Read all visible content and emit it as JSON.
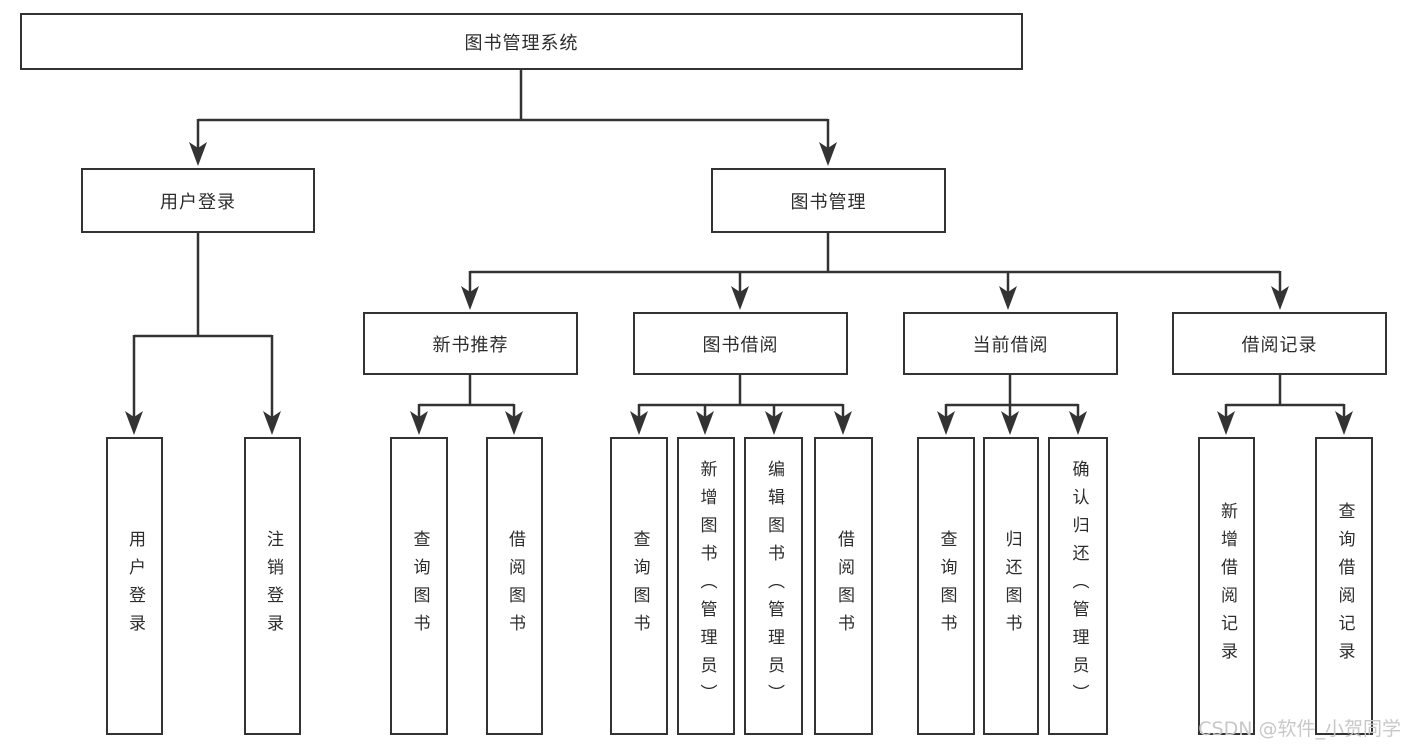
{
  "diagram": {
    "root": "图书管理系统",
    "level2": {
      "user_login": {
        "label": "用户登录",
        "children": [
          "用户登录",
          "注销登录"
        ]
      },
      "book_management": {
        "label": "图书管理",
        "children": {
          "new_book_recommend": {
            "label": "新书推荐",
            "children": [
              "查询图书",
              "借阅图书"
            ]
          },
          "book_borrow": {
            "label": "图书借阅",
            "children": [
              "查询图书",
              "新增图书（管理员）",
              "编辑图书（管理员）",
              "借阅图书"
            ]
          },
          "current_borrow": {
            "label": "当前借阅",
            "children": [
              "查询图书",
              "归还图书",
              "确认归还（管理员）"
            ]
          },
          "borrow_record": {
            "label": "借阅记录",
            "children": [
              "新增借阅记录",
              "查询借阅记录"
            ]
          }
        }
      }
    }
  },
  "watermark": {
    "text": "CSDN @软件_小贺同学"
  },
  "colors": {
    "line": "#333333",
    "box_border": "#333333",
    "box_fill": "#ffffff",
    "text": "#2d2d2d",
    "watermark": "#c8c8c8"
  }
}
